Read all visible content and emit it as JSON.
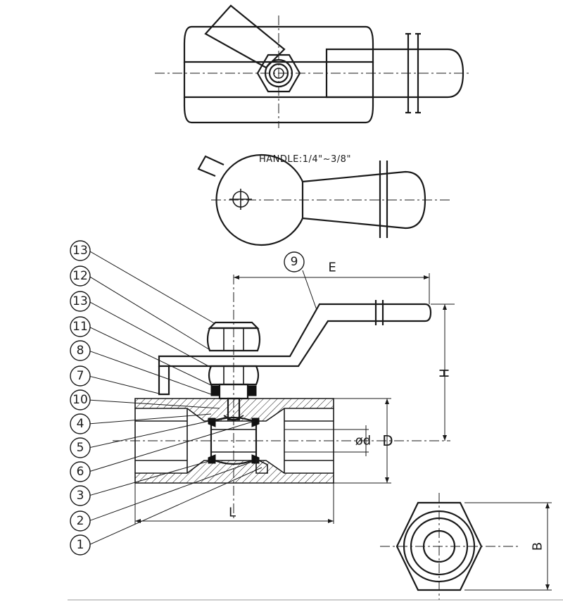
{
  "handle_note": "HANDLE:1/4\"~3/8\"",
  "dimensions": {
    "E": "E",
    "H": "H",
    "L": "L",
    "D": "D",
    "d": "ød",
    "B": "B"
  },
  "callouts": [
    "13",
    "12",
    "13",
    "11",
    "8",
    "7",
    "10",
    "4",
    "5",
    "6",
    "3",
    "2",
    "1"
  ],
  "handle_callout": "9"
}
